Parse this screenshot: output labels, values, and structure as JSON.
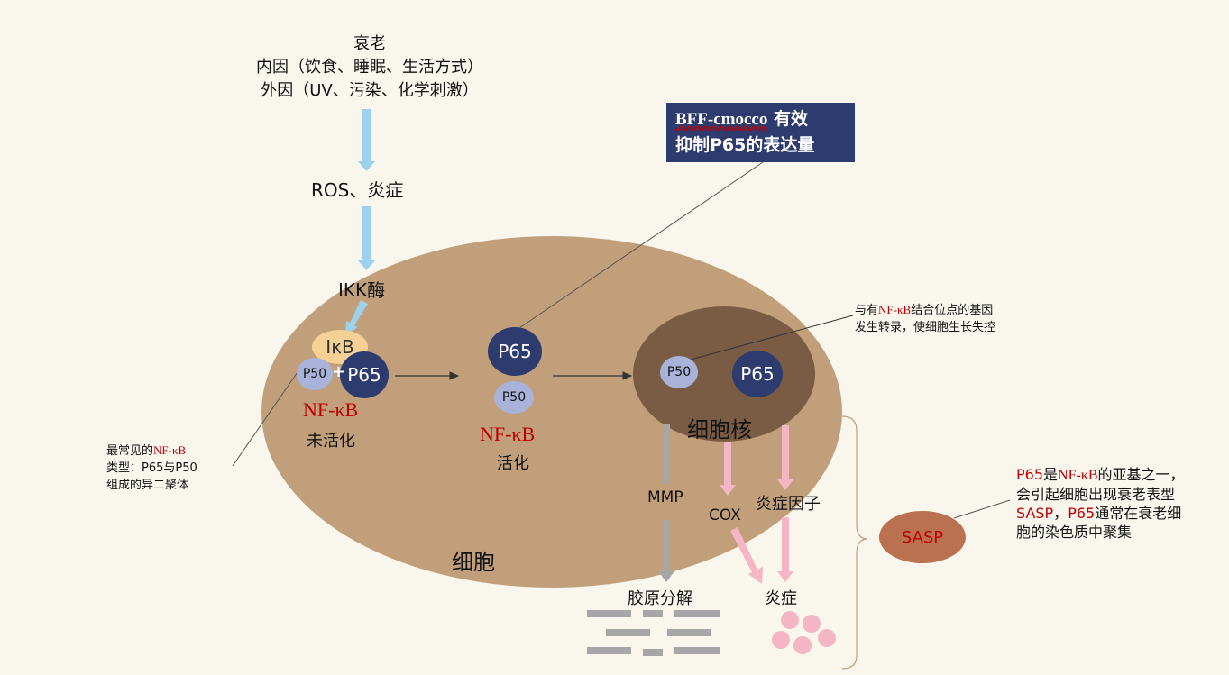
{
  "top": {
    "line1": "衰老",
    "line2": "内因（饮食、睡眠、生活方式）",
    "line3": "外因（UV、污染、化学刺激）"
  },
  "ros": "ROS、炎症",
  "ikk": "IKK酶",
  "ikb": "IκB",
  "plus": "+",
  "p50": "P50",
  "p65": "P65",
  "nfkb": "NF-κB",
  "inactive": "未活化",
  "active": "活化",
  "nucleus": "细胞核",
  "cell": "细胞",
  "callout": {
    "brand": "BFF-cmocco",
    "line1_rest": " 有效",
    "line2": "抑制P65的表达量"
  },
  "left_note": {
    "line1_pre": "最常见的",
    "line1_red": "NF-κB",
    "line2": "类型：P65与P50",
    "line3": "组成的异二聚体"
  },
  "nucleus_note": {
    "line1_pre": "与有",
    "line1_red": "NF-κB",
    "line1_post": "结合位点的基因",
    "line2": "发生转录，使细胞生长失控"
  },
  "mmp": "MMP",
  "collagen": "胶原分解",
  "cox": "COX",
  "inflam_factor": "炎症因子",
  "inflammation": "炎症",
  "sasp": "SASP",
  "right_note": {
    "l1_red": "P65",
    "l1_a": "是",
    "l1_red2": "NF-κB",
    "l1_b": "的亚基之一，",
    "l2": "会引起细胞出现衰老表型",
    "l3_red": "SASP",
    "l3_a": "，",
    "l3_red2": "P65",
    "l3_b": "通常在衰老细",
    "l4": "胞的染色质中聚集"
  },
  "colors": {
    "cell": "#c19f7a",
    "nucleus": "#7a5c44",
    "p65": "#2e3b6e",
    "p50": "#a9b3d9",
    "ikb": "#f5d195",
    "sasp": "#b9714f",
    "arrow_blue": "#9dd1ec",
    "arrow_pink": "#f4b6c4",
    "arrow_gray": "#a6a6a6",
    "red": "#c00000"
  }
}
